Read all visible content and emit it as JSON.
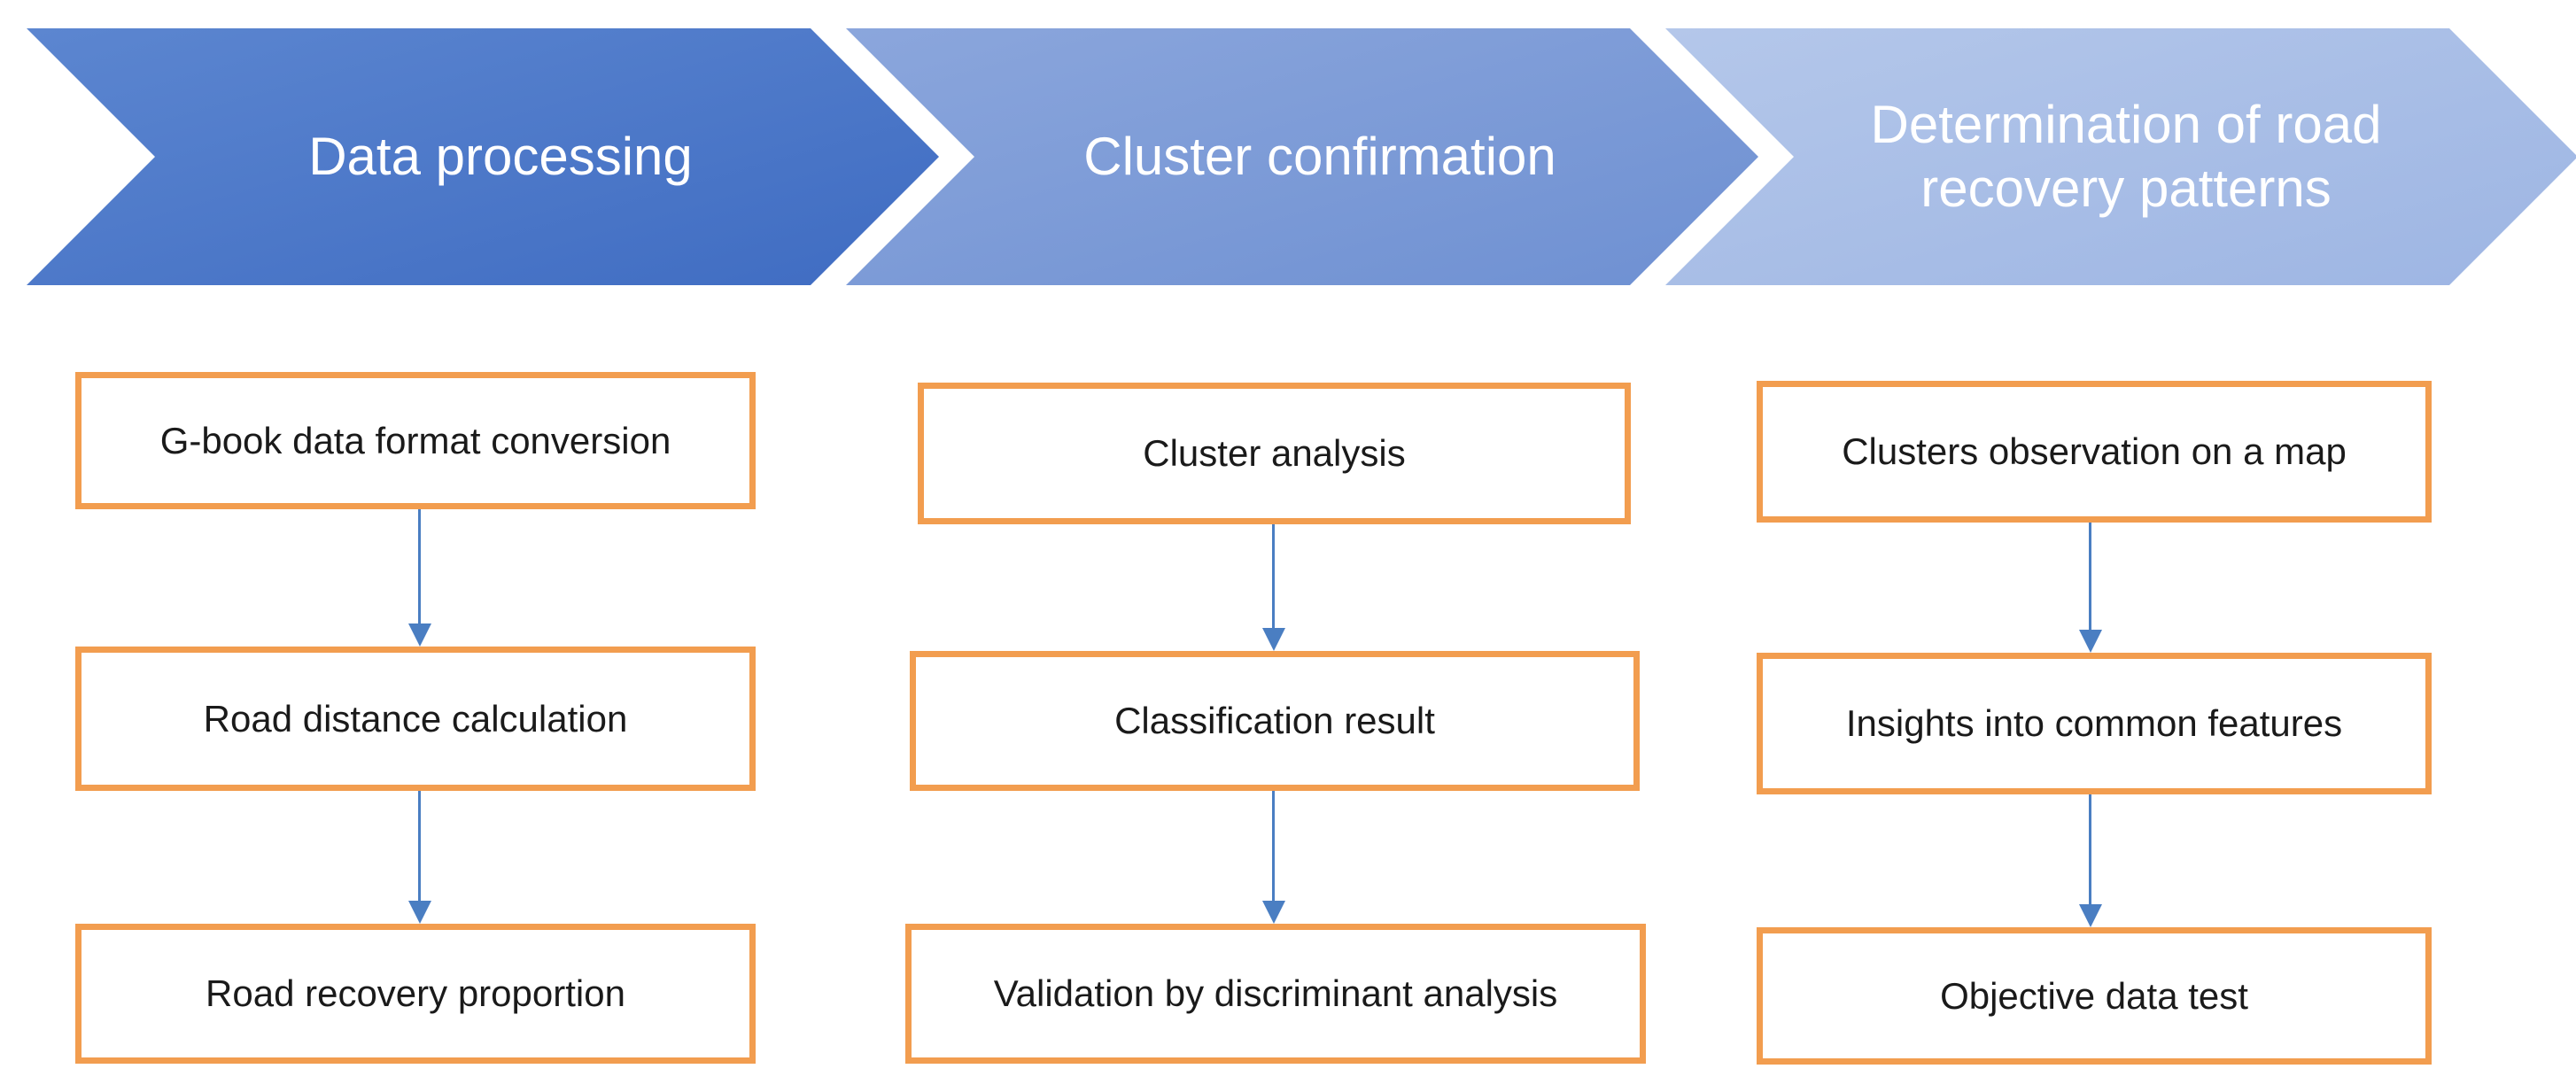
{
  "phases": [
    {
      "title": "Data processing",
      "color": "#4A76C7",
      "steps": [
        "G-book data format conversion",
        "Road distance calculation",
        "Road recovery proportion"
      ]
    },
    {
      "title": "Cluster confirmation",
      "color": "#7E9BD7",
      "steps": [
        "Cluster analysis",
        "Classification result",
        "Validation by discriminant analysis"
      ]
    },
    {
      "title": "Determination of road recovery patterns",
      "color": "#AABFE7",
      "steps": [
        "Clusters observation on a map",
        "Insights into common features",
        "Objective data test"
      ]
    }
  ],
  "colors": {
    "box_border": "#F29D4F",
    "arrow": "#4A7EC2",
    "chevron_text": "#FFFFFF"
  }
}
